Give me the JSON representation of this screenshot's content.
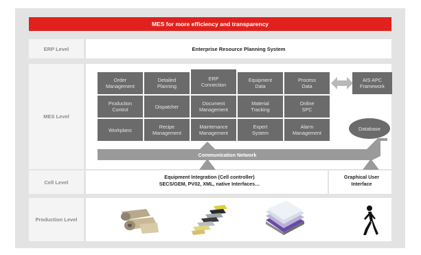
{
  "banner": {
    "title": "MES for more efficiency and transparency"
  },
  "levels": {
    "erp": {
      "label": "ERP Level",
      "system": "Enterprise Resource Planning System"
    },
    "mes": {
      "label": "MES Level"
    },
    "cell": {
      "label": "Cell Level"
    },
    "production": {
      "label": "Production Level"
    }
  },
  "mes_modules": [
    [
      "Order\nManagement",
      "Detailed\nPlanning",
      "ERP\nConnection",
      "Equipment\nData",
      "Process\nData"
    ],
    [
      "Production\nControl",
      "Dispatcher",
      "Document\nManagement",
      "Material\nTracking",
      "Online\nSPC"
    ],
    [
      "Workplans",
      "Recipe\nManagement",
      "Maintenance\nManagement",
      "Expert\nSystem",
      "Alarm\nManagement"
    ]
  ],
  "ais_apc": "AIS APC\nFramework",
  "database": "Database",
  "communication_network": "Communication Network",
  "equipment_integration": {
    "line1": "Equipment Integration (Cell controller)",
    "line2": "SECS/GEM, PV02, XML, native Interfaces…"
  },
  "gui": {
    "line1": "Graphical User",
    "line2": "Interface"
  },
  "colors": {
    "banner": "#e0211d",
    "module": "#6b6b6b",
    "network": "#9a9a9a",
    "frame": "#e3e3e3"
  },
  "production_icons": [
    "metal-rolls-icon",
    "component-parts-icon",
    "wafer-layers-icon",
    "walking-person-icon"
  ]
}
